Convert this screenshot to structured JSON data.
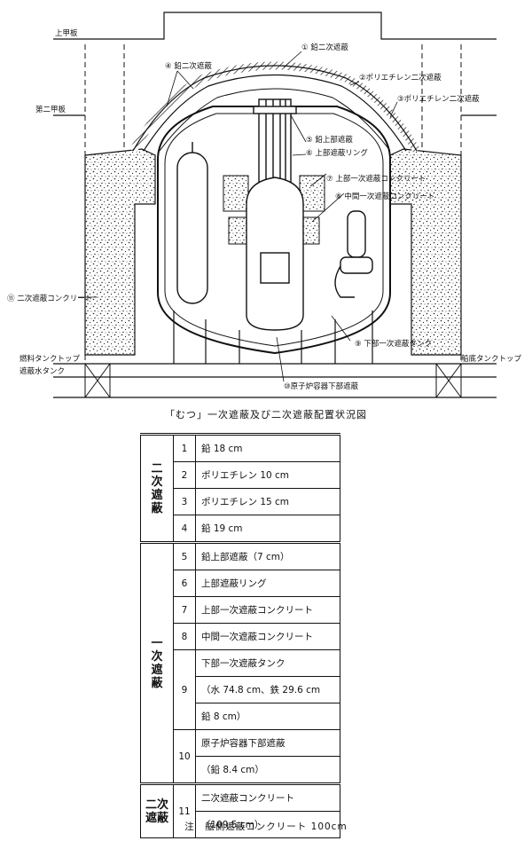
{
  "labels": {
    "upper_deck": "上甲板",
    "second_deck": "第二甲板",
    "l1": "① 鉛二次遮蔽",
    "l2": "②ポリエチレン二次遮蔽",
    "l3": "③ポリエチレン二次遮蔽",
    "l4": "④ 鉛二次遮蔽",
    "l5": "⑤ 鉛上部遮蔽",
    "l6": "⑥ 上部遮蔽リング",
    "l7": "⑦ 上部一次遮蔽コンクリート",
    "l8": "⑧ 中間一次遮蔽コンクリート",
    "l9": "⑨ 下部一次遮蔽タンク",
    "l10": "⑩原子炉容器下部遮蔽",
    "l11": "⑪ 二次遮蔽コンクリート",
    "fuel_tank_top_left": "燃料タンクトップ",
    "fuel_tank_top_right": "船底タンクトップ",
    "water_tank": "遮蔽水タンク"
  },
  "caption": "「むつ」一次遮蔽及び二次遮蔽配置状況図",
  "table": {
    "group_secondary": "二次遮蔽",
    "group_primary": "一次遮蔽",
    "group_secondary2": "二次遮蔽",
    "rows": [
      {
        "num": "1",
        "lines": [
          "鉛 18 cm"
        ]
      },
      {
        "num": "2",
        "lines": [
          "ポリエチレン 10 cm"
        ]
      },
      {
        "num": "3",
        "lines": [
          "ポリエチレン 15 cm"
        ]
      },
      {
        "num": "4",
        "lines": [
          "鉛 19 cm"
        ]
      },
      {
        "num": "5",
        "lines": [
          "鉛上部遮蔽（7 cm）"
        ]
      },
      {
        "num": "6",
        "lines": [
          "上部遮蔽リング"
        ]
      },
      {
        "num": "7",
        "lines": [
          "上部一次遮蔽コンクリート"
        ]
      },
      {
        "num": "8",
        "lines": [
          "中間一次遮蔽コンクリート"
        ]
      },
      {
        "num": "9",
        "lines": [
          "下部一次遮蔽タンク",
          "（水 74.8 cm、鉄 29.6 cm",
          "鉛 8 cm）"
        ]
      },
      {
        "num": "10",
        "lines": [
          "原子炉容器下部遮蔽",
          "（鉛 8.4 cm）"
        ]
      },
      {
        "num": "11",
        "lines": [
          "二次遮蔽コンクリート",
          "（109.5 cm）"
        ]
      }
    ]
  },
  "note": "注　舷側遮蔽コンクリート 100cm"
}
